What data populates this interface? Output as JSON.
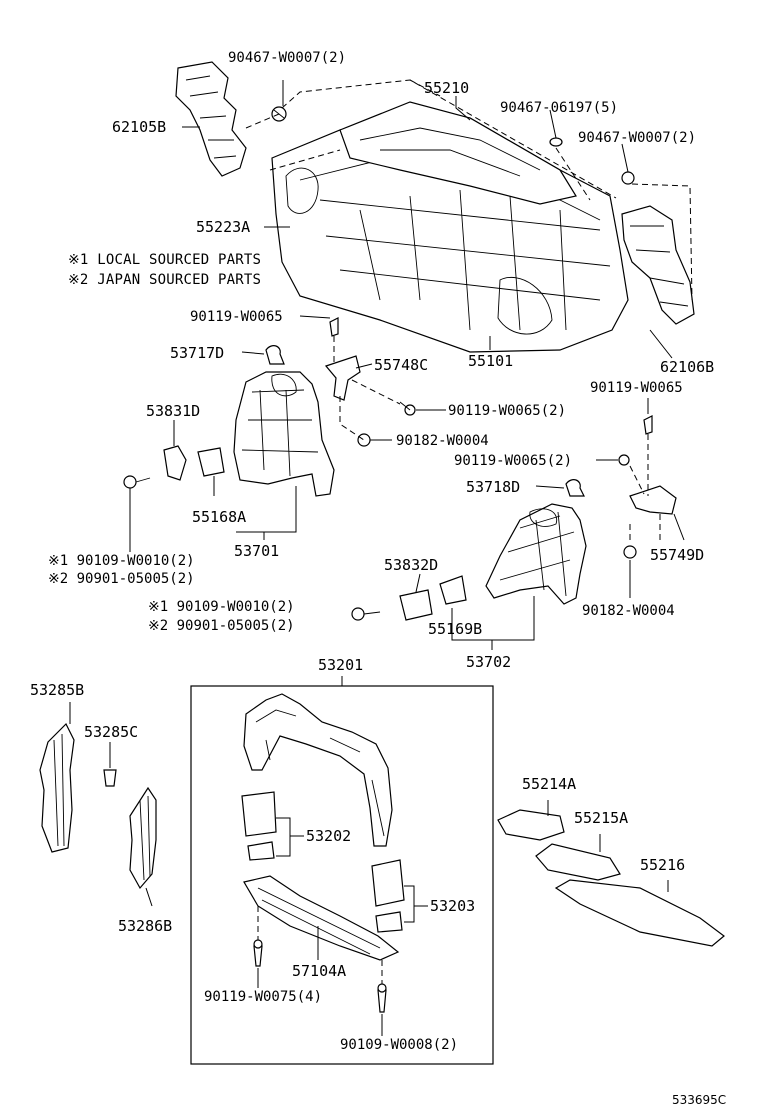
{
  "notes": {
    "local": "※1 LOCAL SOURCED PARTS",
    "japan": "※2 JAPAN SOURCED PARTS"
  },
  "labels": {
    "p90467_w0007_top": "90467-W0007(2)",
    "p55210": "55210",
    "p90467_06197": "90467-06197(5)",
    "p90467_w0007_right": "90467-W0007(2)",
    "p62105b": "62105B",
    "p55223a": "55223A",
    "p90119_w0065_a": "90119-W0065",
    "p53717d": "53717D",
    "p55748c": "55748C",
    "p55101": "55101",
    "p62106b": "62106B",
    "p90119_w0065_b": "90119-W0065",
    "p53831d": "53831D",
    "p90119_w0065_2a": "90119-W0065(2)",
    "p90182_w0004_a": "90182-W0004",
    "p90119_w0065_2b": "90119-W0065(2)",
    "p53718d": "53718D",
    "p55168a": "55168A",
    "p53701": "53701",
    "p55749d": "55749D",
    "p90109_w0010_a": "※1 90109-W0010(2)",
    "p90901_05005_a": "※2 90901-05005(2)",
    "p53832d": "53832D",
    "p90109_w0010_b": "※1 90109-W0010(2)",
    "p90901_05005_b": "※2 90901-05005(2)",
    "p55169b": "55169B",
    "p90182_w0004_b": "90182-W0004",
    "p53702": "53702",
    "p53201": "53201",
    "p53285b": "53285B",
    "p53285c": "53285C",
    "p53202": "53202",
    "p55214a": "55214A",
    "p55215a": "55215A",
    "p55216": "55216",
    "p53203": "53203",
    "p53286b": "53286B",
    "p57104a": "57104A",
    "p90119_w0075": "90119-W0075(4)",
    "p90109_w0008": "90109-W0008(2)"
  },
  "diagram_id": "533695C"
}
